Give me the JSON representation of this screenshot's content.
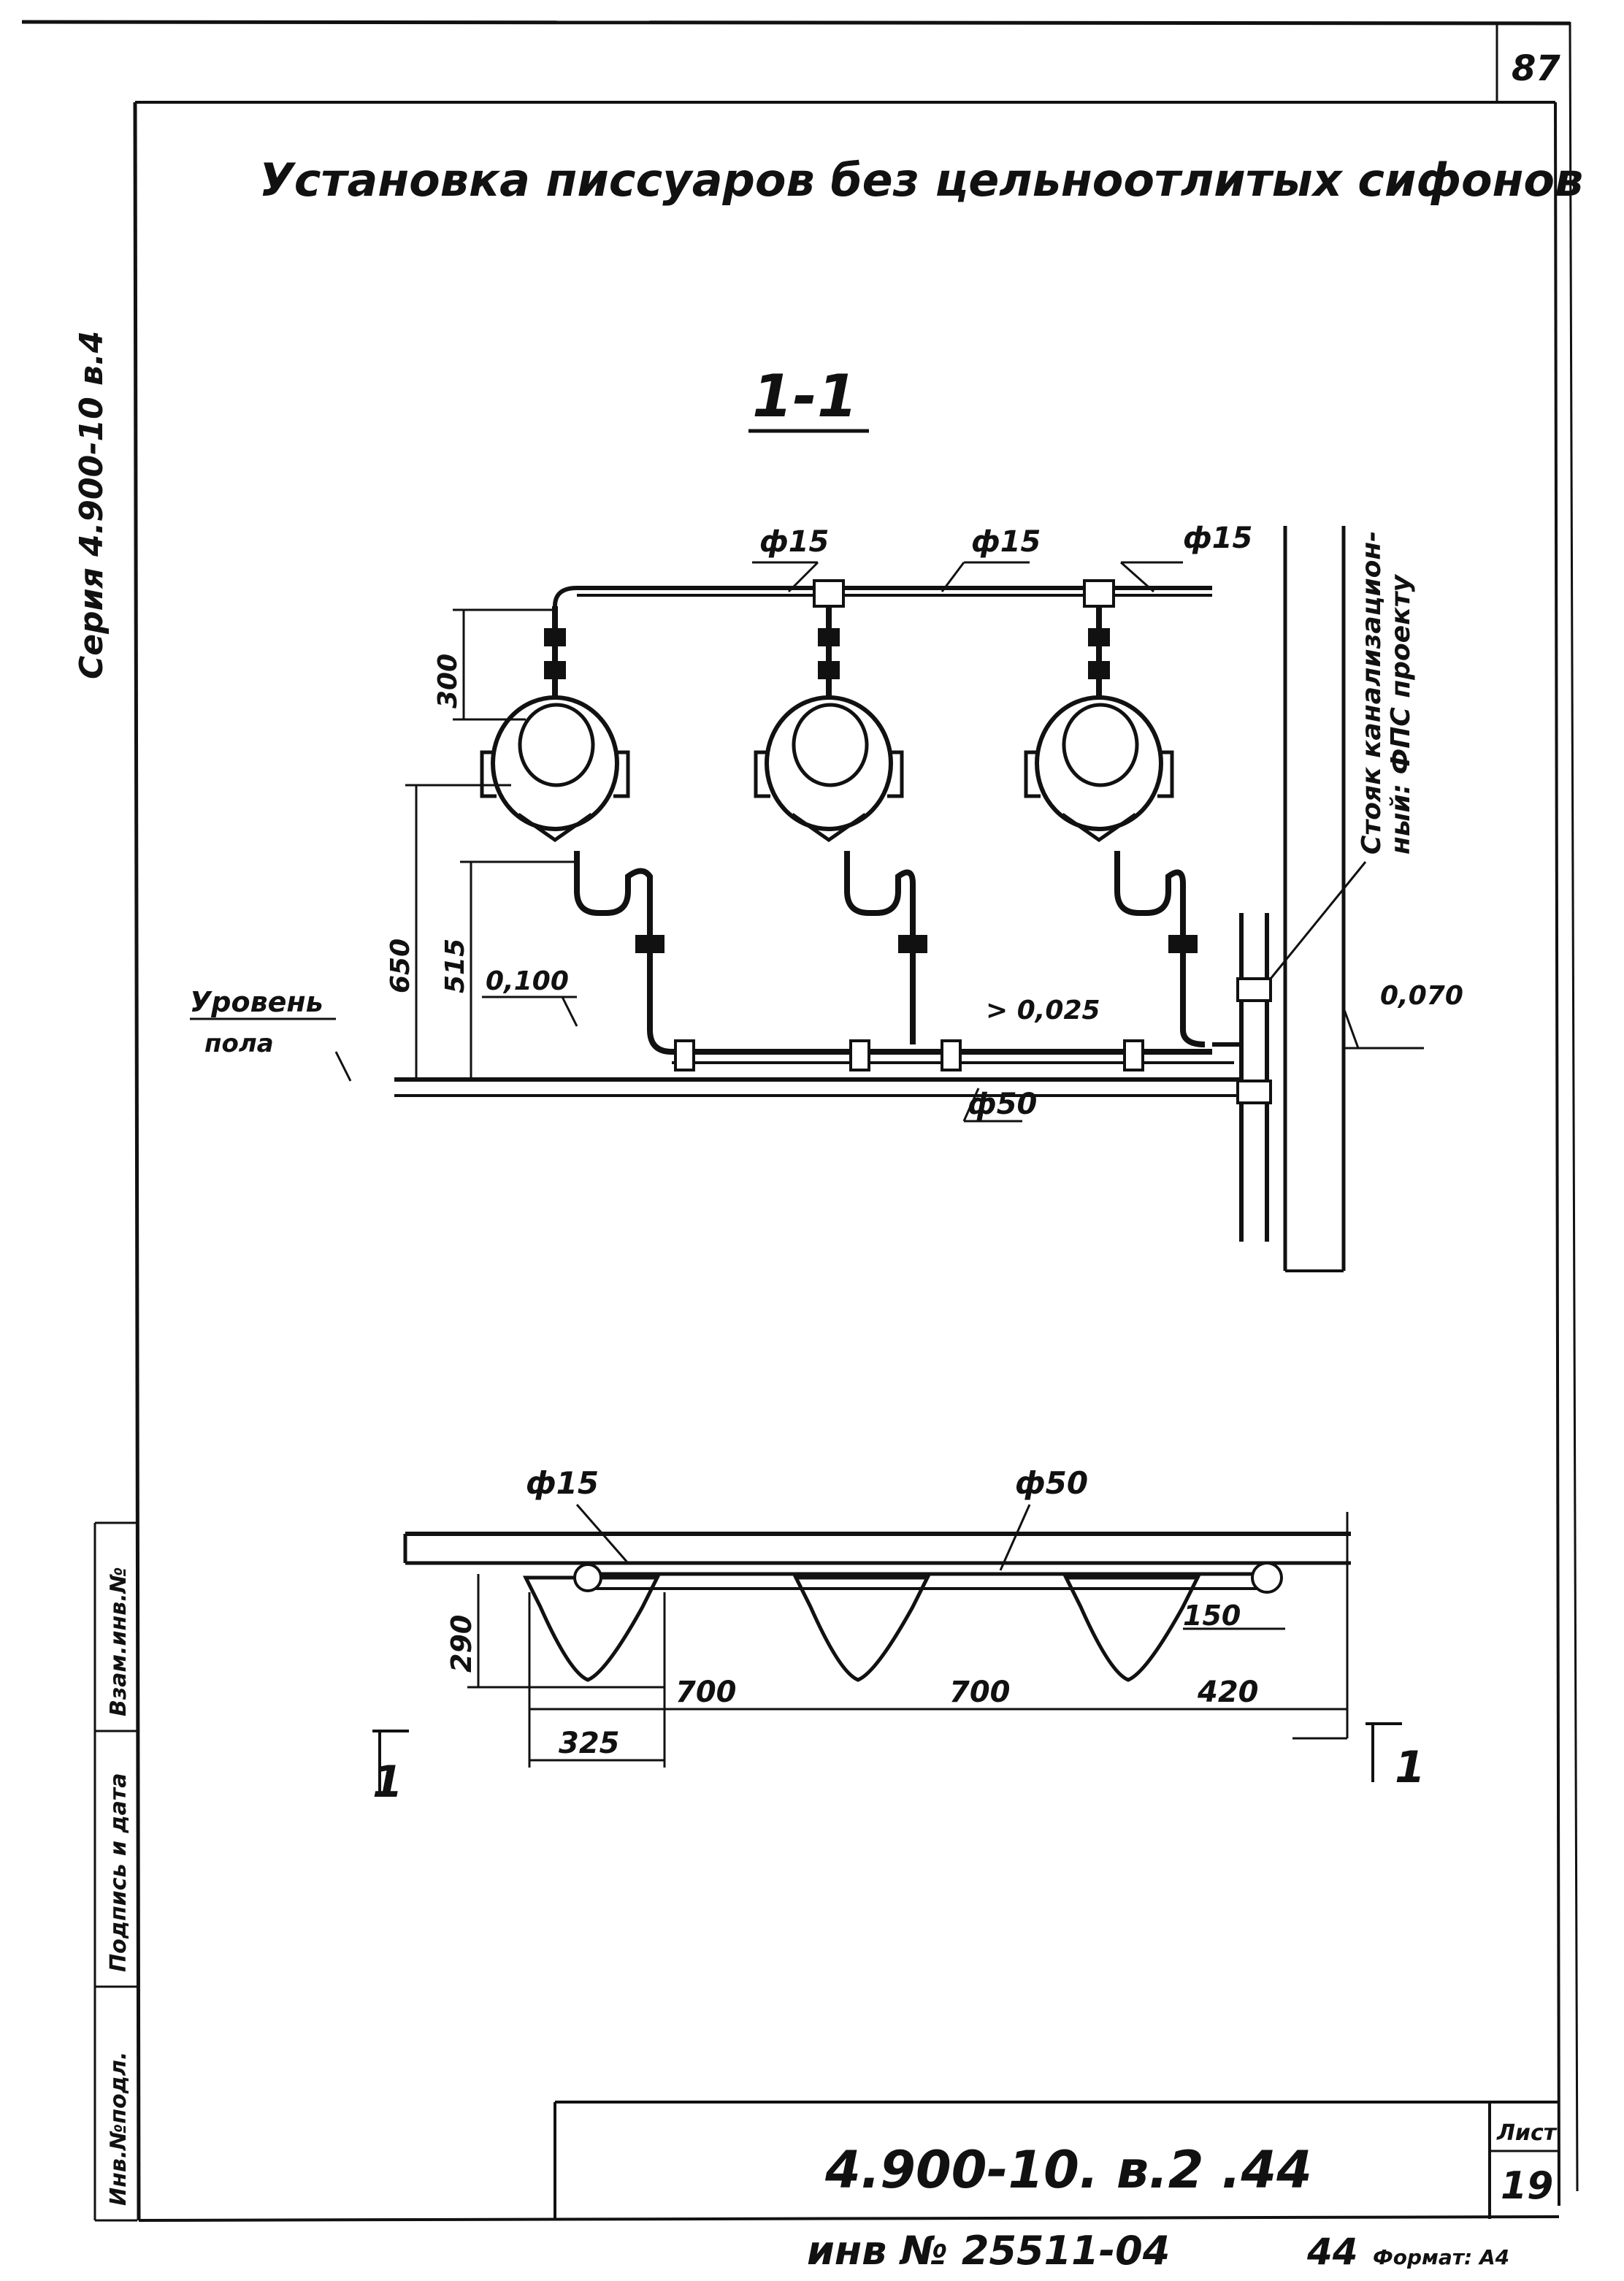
{
  "sheet": {
    "page_number": "87",
    "title": "Установка писсуаров без цельноотлитых сифонов",
    "series": "Серия 4.900-10 в.4",
    "code": "4.900-10. в.2 .44",
    "sheet_label": "Лист",
    "sheet_number": "19",
    "inventory": "инв № 25511-04",
    "inventory_suffix": "44",
    "format": "Формат: А4"
  },
  "side_stamp": [
    "Инв.№подл.",
    "Подпись и дата",
    "Взам.инв.№"
  ],
  "section": {
    "label": "1-1",
    "pipe_labels": [
      "ф15",
      "ф15",
      "ф15"
    ],
    "drain_label": "ф50",
    "riser_note_line1": "Стояк канализацион-",
    "riser_note_line2": "ный: ФПС проекту",
    "floor_label_1": "Уровень",
    "floor_label_2": "пола",
    "dims": {
      "d300": "300",
      "d650": "650",
      "d515": "515",
      "el_100": "0,100",
      "slope": "> 0,025",
      "el_070": "0,070"
    }
  },
  "plan": {
    "supply_label": "ф15",
    "drain_label": "ф50",
    "dims": {
      "d290": "290",
      "d700a": "700",
      "d700b": "700",
      "d420": "420",
      "d325": "325",
      "d150": "150"
    },
    "cut_left": "1",
    "cut_right": "1"
  }
}
